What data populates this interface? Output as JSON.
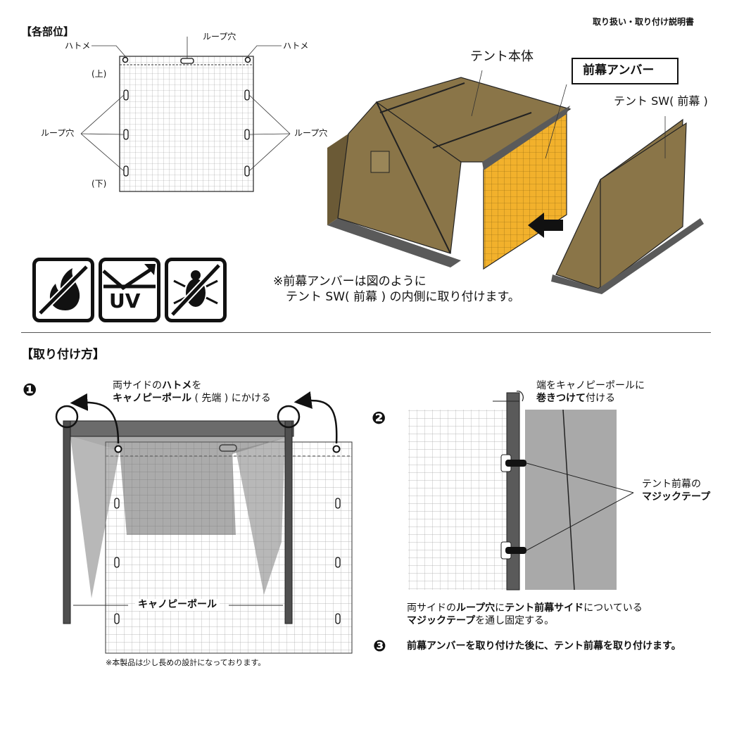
{
  "doc": {
    "header_title": "取り扱い・取り付け説明書",
    "parts_heading": "【各部位】",
    "parts_labels": {
      "grommet_left": "ハトメ",
      "grommet_right": "ハトメ",
      "loop_top": "ループ穴",
      "loop_left": "ループ穴",
      "loop_right": "ループ穴",
      "top": "(上)",
      "bottom": "(下)"
    },
    "tent_labels": {
      "tent_body": "テント本体",
      "amber": "前幕アンバー",
      "tent_sw": "テント SW( 前幕 )",
      "note_line1": "※前幕アンバーは図のように",
      "note_line2": "テント SW( 前幕 ) の内側に取り付けます。"
    },
    "icons": {
      "flame": "flame-retardant-icon",
      "uv": "uv-cut-icon",
      "insect": "insect-repellent-icon",
      "uv_text": "UV"
    },
    "howto_heading": "【取り付け方】",
    "step1": {
      "num": "❶",
      "line1_a": "両サイドの",
      "line1_b": "ハトメ",
      "line1_c": "を",
      "line2_a": "キャノピーポール",
      "line2_b": " ( 先端 ) にかける",
      "pole_label": "キャノピーポール",
      "footnote": "※本製品は少し長めの設計になっております。"
    },
    "step2": {
      "num": "❷",
      "top_line1": "端をキャノピーポールに",
      "top_line2_a": "巻きつけて",
      "top_line2_b": "付ける",
      "velcro_line1": "テント前幕の",
      "velcro_line2": "マジックテープ",
      "desc_line1_a": "両サイドの",
      "desc_line1_b": "ループ穴",
      "desc_line1_c": "に",
      "desc_line1_d": "テント前幕サイド",
      "desc_line1_e": "についている",
      "desc_line2_a": "マジックテープ",
      "desc_line2_b": "を通し固定する。"
    },
    "step3": {
      "num": "❸",
      "text_a": "前幕アンバー",
      "text_b": "を取り付けた後に、",
      "text_c": "テント前幕",
      "text_d": "を取り付けます。"
    },
    "colors": {
      "tent": "#8a7548",
      "amber": "#f2b12c",
      "dark": "#555555",
      "grid_bg": "#ffffff"
    }
  }
}
